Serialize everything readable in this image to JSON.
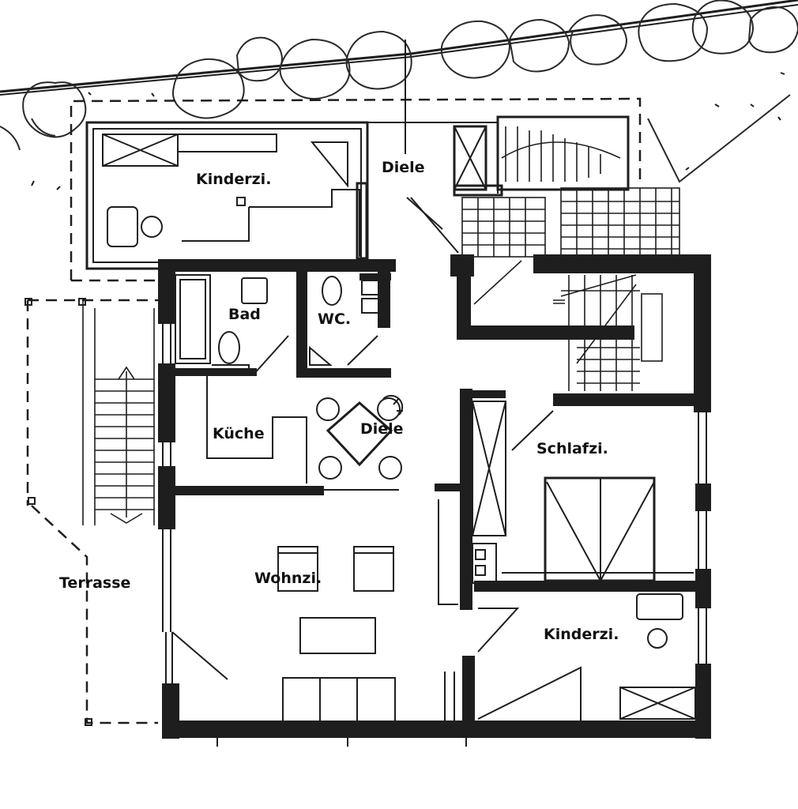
{
  "colors": {
    "ink": "#1e1e1e",
    "paper": "#ffffff"
  },
  "rooms": {
    "kinderzi_top": "Kinderzi.",
    "diele_top": "Diele",
    "bad": "Bad",
    "wc": "WC.",
    "kueche": "Küche",
    "diele_center": "Diele",
    "schlafzi": "Schlafzi.",
    "wohnzi": "Wohnzi.",
    "kinderzi_bottom": "Kinderzi.",
    "terrasse": "Terrasse"
  }
}
